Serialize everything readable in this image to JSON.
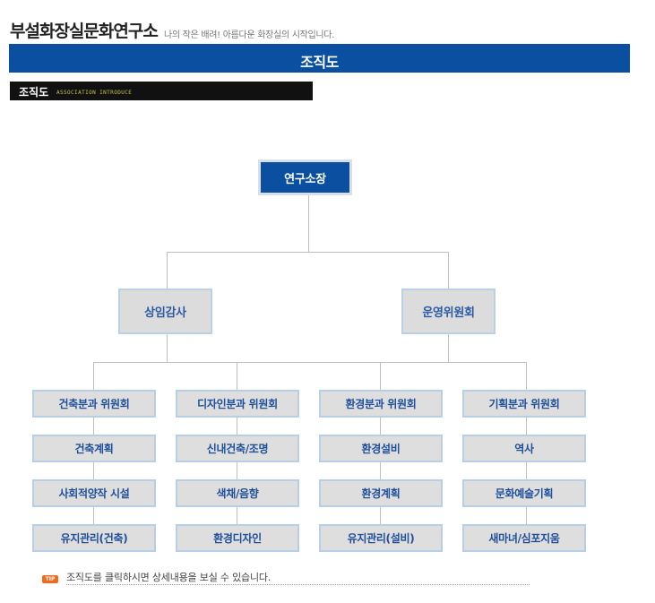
{
  "header": {
    "site_title": "부설화장실문화연구소",
    "tagline": "나의 작은 배려! 아름다운 화장실의 시작입니다.",
    "page_title": "조직도",
    "section_title": "조직도",
    "section_subtitle": "ASSOCIATION INTRODUCE"
  },
  "org": {
    "director": "연구소장",
    "auditor": "상임감사",
    "steering_committee": "운영위원회",
    "divisions": [
      {
        "name": "건축분과 위원회",
        "items": [
          "건축계획",
          "사회적양작 시설",
          "유지관리(건축)"
        ]
      },
      {
        "name": "디자인분과 위원회",
        "items": [
          "신내건축/조명",
          "색채/음향",
          "환경디자인"
        ]
      },
      {
        "name": "환경분과 위원회",
        "items": [
          "환경설비",
          "환경계획",
          "유지관리(설비)"
        ]
      },
      {
        "name": "기획분과 위원회",
        "items": [
          "역사",
          "문화예술기획",
          "새마녀/심포지움"
        ]
      }
    ]
  },
  "tip": {
    "badge": "TIP",
    "text": "조직도를 클릭하시면 상세내용을 보실 수 있습니다."
  },
  "colors": {
    "primary_blue": "#0a4fa0",
    "box_gray": "#dedede",
    "box_border": "#b6cfe6",
    "tip_orange": "#f26a1b"
  }
}
